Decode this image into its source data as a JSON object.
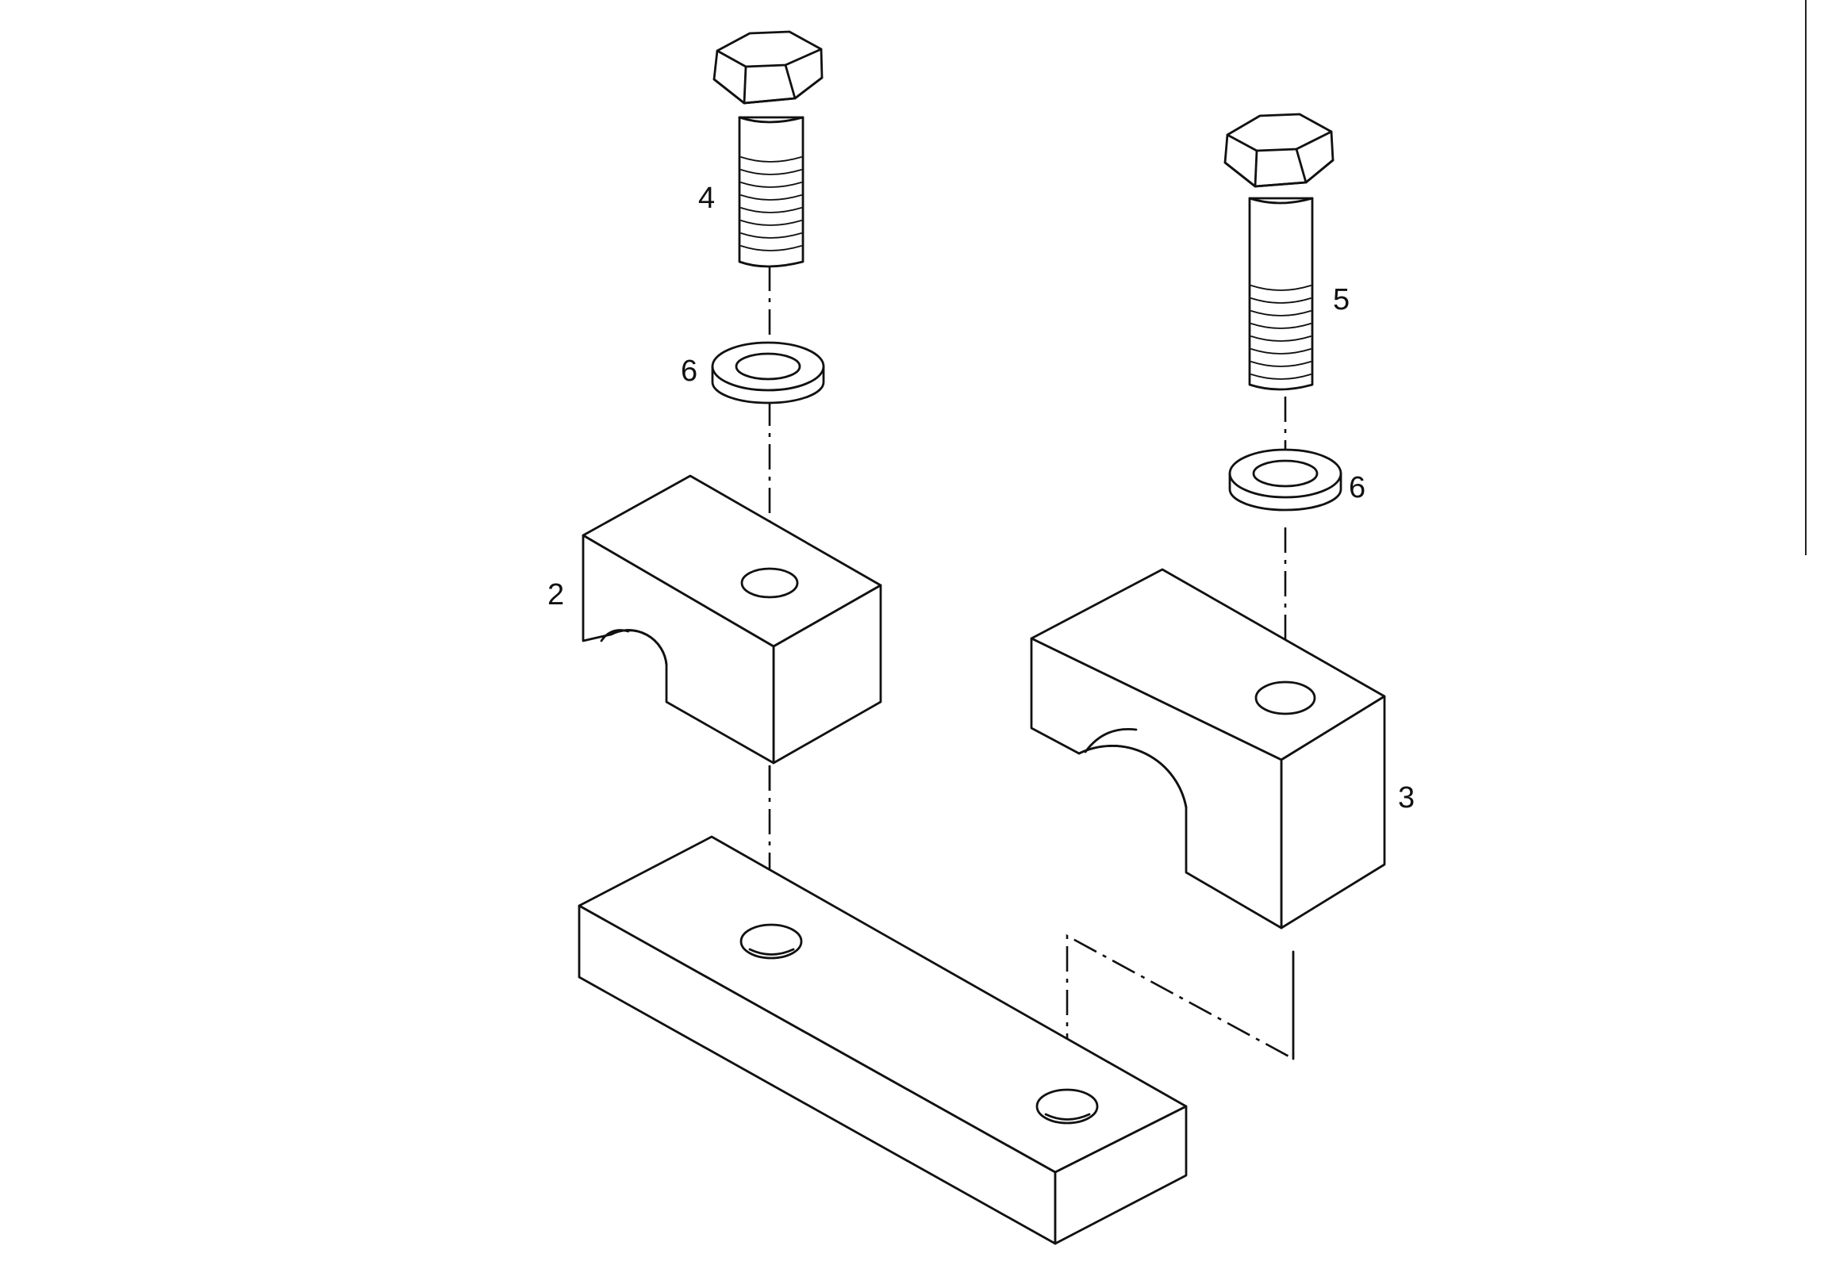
{
  "callouts": {
    "bolt_short": "4",
    "bolt_long": "5",
    "washer_left": "6",
    "washer_right": "6",
    "clamp_small": "2",
    "clamp_large": "3"
  },
  "colors": {
    "line": "#111111",
    "background": "#ffffff"
  },
  "icons": [
    "hex-bolt-icon",
    "washer-icon",
    "clamp-block-icon",
    "base-plate-icon"
  ]
}
